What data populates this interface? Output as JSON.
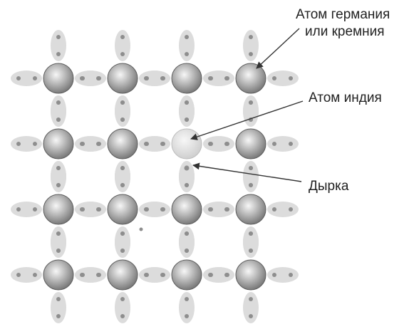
{
  "lattice": {
    "rows": 4,
    "cols": 4,
    "indium_position": {
      "row": 1,
      "col": 2
    },
    "hole_bond": {
      "row": 1,
      "col": 2,
      "direction": "down"
    },
    "colors": {
      "atom_dark": "#7a7a7a",
      "atom_light": "#f7f7f7",
      "indium_dark": "#cfcfcf",
      "bond_fill": "#dcdcdc",
      "electron": "#8e8e8e",
      "hole": "#ffffff",
      "leader": "#333333"
    }
  },
  "labels": {
    "germanium_line1": "Атом германия",
    "germanium_line2": "или кремния",
    "indium": "Атом индия",
    "hole": "Дырка"
  }
}
